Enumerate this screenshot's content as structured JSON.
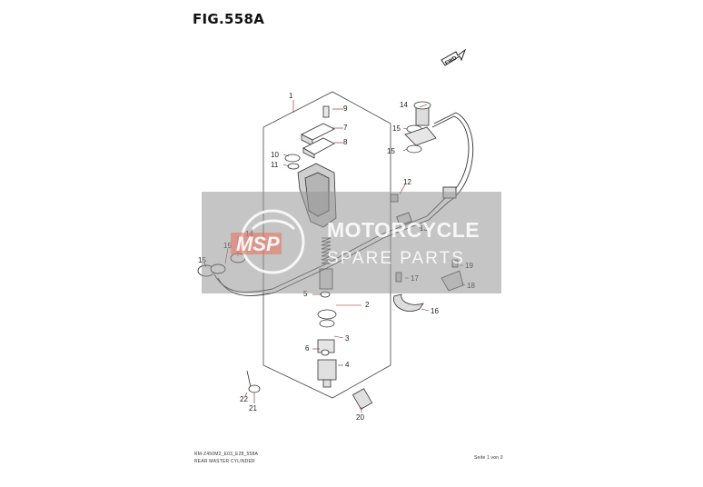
{
  "figure": {
    "title": "FIG.558A",
    "direction_label": "FWD"
  },
  "callouts": [
    "1",
    "2",
    "3",
    "4",
    "5",
    "6",
    "7",
    "8",
    "9",
    "10",
    "11",
    "12",
    "13",
    "14",
    "15",
    "16",
    "17",
    "18",
    "19",
    "20",
    "21",
    "22"
  ],
  "watermark": {
    "logo_text": "MSP",
    "line1": "MOTORCYCLE",
    "line2": "SPARE PARTS"
  },
  "footer": {
    "code": "RM-Z450M2_E03_E28_558A",
    "name": "REAR MASTER CYLINDER",
    "page": "Seite 1 von 3"
  },
  "colors": {
    "line": "#333333",
    "callout_line": "#8b1a1a",
    "watermark": "#969696"
  }
}
